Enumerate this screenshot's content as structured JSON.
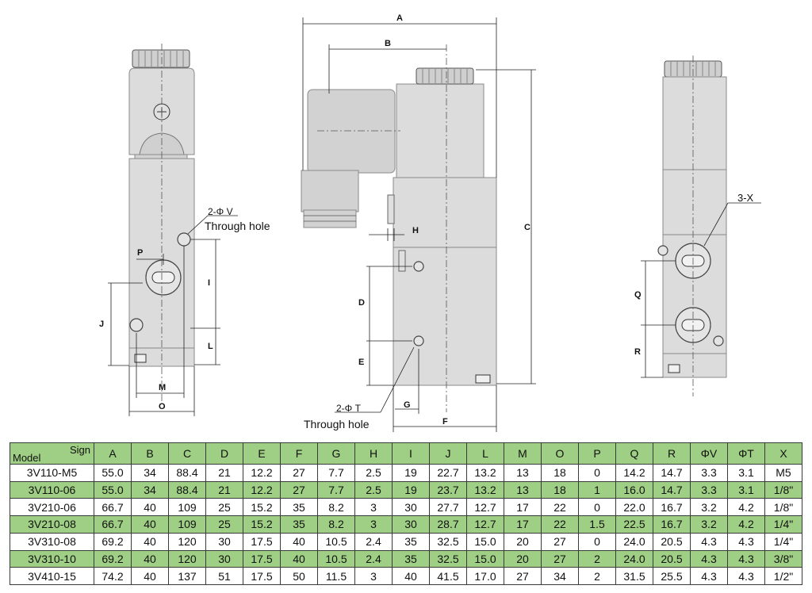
{
  "labels": {
    "A": "A",
    "B": "B",
    "C": "C",
    "D": "D",
    "E": "E",
    "F": "F",
    "G": "G",
    "H": "H",
    "I": "I",
    "J": "J",
    "L": "L",
    "M": "M",
    "O": "O",
    "P": "P",
    "Q": "Q",
    "R": "R",
    "v_hole": "2-Φ V",
    "t_hole": "2-Φ T",
    "x_port": "3-X",
    "through_hole_1": "Through hole",
    "through_hole_2": "Through hole"
  },
  "table": {
    "corner_sign": "Sign",
    "corner_model": "Model",
    "columns": [
      "A",
      "B",
      "C",
      "D",
      "E",
      "F",
      "G",
      "H",
      "I",
      "J",
      "L",
      "M",
      "O",
      "P",
      "Q",
      "R",
      "ΦV",
      "ΦT",
      "X"
    ],
    "rows": [
      {
        "model": "3V110-M5",
        "cells": [
          "55.0",
          "34",
          "88.4",
          "21",
          "12.2",
          "27",
          "7.7",
          "2.5",
          "19",
          "22.7",
          "13.2",
          "13",
          "18",
          "0",
          "14.2",
          "14.7",
          "3.3",
          "3.1",
          "M5"
        ],
        "tone": "white"
      },
      {
        "model": "3V110-06",
        "cells": [
          "55.0",
          "34",
          "88.4",
          "21",
          "12.2",
          "27",
          "7.7",
          "2.5",
          "19",
          "23.7",
          "13.2",
          "13",
          "18",
          "1",
          "16.0",
          "14.7",
          "3.3",
          "3.1",
          "1/8\""
        ],
        "tone": "green"
      },
      {
        "model": "3V210-06",
        "cells": [
          "66.7",
          "40",
          "109",
          "25",
          "15.2",
          "35",
          "8.2",
          "3",
          "30",
          "27.7",
          "12.7",
          "17",
          "22",
          "0",
          "22.0",
          "16.7",
          "3.2",
          "4.2",
          "1/8\""
        ],
        "tone": "white"
      },
      {
        "model": "3V210-08",
        "cells": [
          "66.7",
          "40",
          "109",
          "25",
          "15.2",
          "35",
          "8.2",
          "3",
          "30",
          "28.7",
          "12.7",
          "17",
          "22",
          "1.5",
          "22.5",
          "16.7",
          "3.2",
          "4.2",
          "1/4\""
        ],
        "tone": "green"
      },
      {
        "model": "3V310-08",
        "cells": [
          "69.2",
          "40",
          "120",
          "30",
          "17.5",
          "40",
          "10.5",
          "2.4",
          "35",
          "32.5",
          "15.0",
          "20",
          "27",
          "0",
          "24.0",
          "20.5",
          "4.3",
          "4.3",
          "1/4\""
        ],
        "tone": "white"
      },
      {
        "model": "3V310-10",
        "cells": [
          "69.2",
          "40",
          "120",
          "30",
          "17.5",
          "40",
          "10.5",
          "2.4",
          "35",
          "32.5",
          "15.0",
          "20",
          "27",
          "2",
          "24.0",
          "20.5",
          "4.3",
          "4.3",
          "3/8\""
        ],
        "tone": "green"
      },
      {
        "model": "3V410-15",
        "cells": [
          "74.2",
          "40",
          "137",
          "51",
          "17.5",
          "50",
          "11.5",
          "3",
          "40",
          "41.5",
          "17.0",
          "27",
          "34",
          "2",
          "31.5",
          "25.5",
          "4.3",
          "4.3",
          "1/2\""
        ],
        "tone": "white"
      }
    ]
  }
}
